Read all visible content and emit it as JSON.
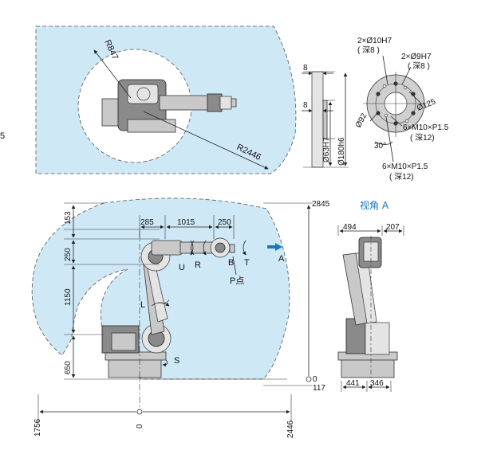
{
  "colors": {
    "workspace_fill": "#cfe8f6",
    "workspace_stroke": "#555555",
    "accent_blue": "#1a78c2",
    "robot_gray": "#c9c9c9"
  },
  "edge_fragment": "5",
  "top_view": {
    "r_inner": "R847",
    "r_outer": "R2446"
  },
  "flange": {
    "t1": "8",
    "t2": "8",
    "d_shaft": "Ø63H7",
    "d_flange": "Ø180h6",
    "hole1_a": "2×Ø10H7",
    "hole1_b": "( 深8 )",
    "hole2_a": "2×Ø9H7",
    "hole2_b": "( 深8 )",
    "d_pcd1": "Ø125",
    "d_pcd2": "Ø92",
    "thread1_a": "6×M10×P1.5",
    "thread1_b": "( 深12)",
    "angle": "30°",
    "thread2_a": "6×M10×P1.5",
    "thread2_b": "( 深12)"
  },
  "side_view": {
    "top_height": "2845",
    "dims_left": [
      "153",
      "250",
      "1150",
      "650"
    ],
    "dims_top": [
      "285",
      "1015",
      "250"
    ],
    "axes": [
      "U",
      "R",
      "B",
      "T",
      "L",
      "S"
    ],
    "point": "P点",
    "arrow_label": "A",
    "zero_label": "0",
    "bottom_label": "117",
    "bottom_ruler": [
      "1756",
      "0",
      "2446"
    ]
  },
  "view_a": {
    "title": "视角 A",
    "top_dims": [
      "494",
      "207"
    ],
    "bottom_dims": [
      "441",
      "346"
    ]
  }
}
